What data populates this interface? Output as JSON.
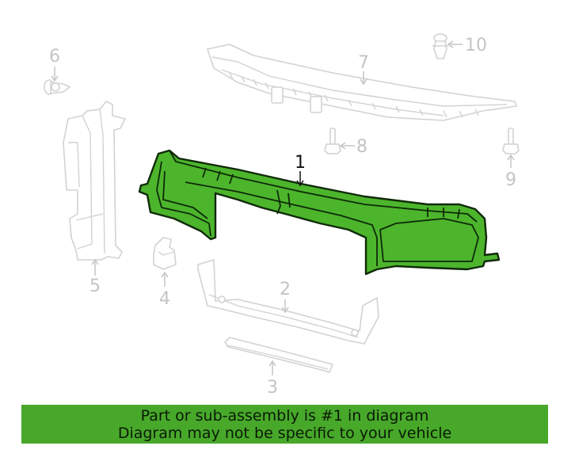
{
  "diagram": {
    "highlight_color": "#4cb52c",
    "ghost_color": "#d2d2d2",
    "highlighted_part": "1",
    "callouts": [
      {
        "id": "1",
        "label": "1",
        "part": "radiator-support-panel",
        "highlighted": true
      },
      {
        "id": "2",
        "label": "2",
        "part": "lower-tie-bar"
      },
      {
        "id": "3",
        "label": "3",
        "part": "lower-shield"
      },
      {
        "id": "4",
        "label": "4",
        "part": "bracket"
      },
      {
        "id": "5",
        "label": "5",
        "part": "side-air-deflector"
      },
      {
        "id": "6",
        "label": "6",
        "part": "push-pin-clip"
      },
      {
        "id": "7",
        "label": "7",
        "part": "upper-support-cover"
      },
      {
        "id": "8",
        "label": "8",
        "part": "bolt"
      },
      {
        "id": "9",
        "label": "9",
        "part": "bolt"
      },
      {
        "id": "10",
        "label": "10",
        "part": "push-pin-retainer"
      }
    ]
  },
  "banner": {
    "background": "#47a82a",
    "line1": "Part or sub-assembly is #1 in diagram",
    "line2": "Diagram may not be specific to your vehicle"
  }
}
